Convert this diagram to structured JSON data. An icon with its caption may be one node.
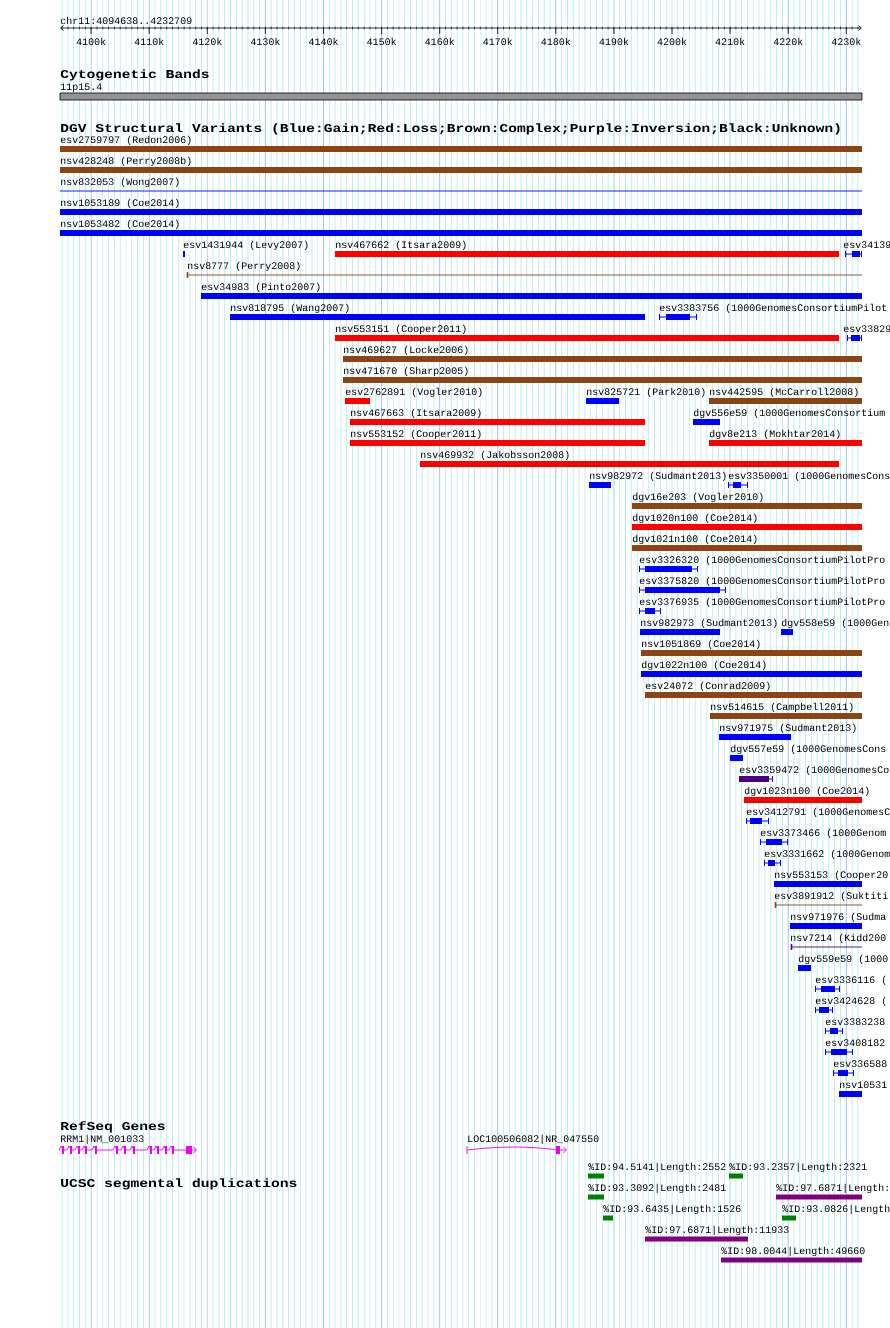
{
  "diagram": {
    "labels": [
      "chr11:4094638..4232709",
      "4100k",
      "4110k",
      "4120k",
      "4130k",
      "4140k",
      "4150k",
      "4160k",
      "4170k",
      "4180k",
      "4190k",
      "4200k",
      "4210k",
      "4220k",
      "4230k",
      "Cytogenetic Bands",
      "11p15.4",
      "DGV Structural Variants (Blue:Gain;Red:Loss;Brown:Complex;Purple:Inversion;Black:Unknown)",
      "esv2759797 (Redon2006)",
      "nsv428248 (Perry2008b)",
      "nsv832053 (Wong2007)",
      "nsv1053189 (Coe2014)",
      "nsv1053482 (Coe2014)",
      "esv1431944 (Levy2007)",
      "nsv467662 (Itsara2009)",
      "esv34139",
      "nsv8777 (Perry2008)",
      "esv34983 (Pinto2007)",
      "nsv818795 (Wang2007)",
      "esv3383756 (1000GenomesConsortiumPilot",
      "nsv553151 (Cooper2011)",
      "esv33829",
      "nsv469627 (Locke2006)",
      "nsv471670 (Sharp2005)",
      "esv2762891 (Vogler2010)",
      "nsv825721 (Park2010)",
      "nsv442595 (McCarroll2008)",
      "nsv467663 (Itsara2009)",
      "dgv556e59 (1000GenomesConsortium",
      "nsv553152 (Cooper2011)",
      "dgv8e213 (Mokhtar2014)",
      "nsv469932 (Jakobsson2008)",
      "nsv982972 (Sudmant2013)",
      "esv3350001 (1000GenomesCons",
      "dgv16e203 (Vogler2010)",
      "dgv1020n100 (Coe2014)",
      "dgv1021n100 (Coe2014)",
      "esv3326320 (1000GenomesConsortiumPilotPro",
      "esv3375820 (1000GenomesConsortiumPilotPro",
      "esv3376935 (1000GenomesConsortiumPilotPro",
      "nsv982973 (Sudmant2013)",
      "dgv558e59 (1000Gen",
      "nsv1051869 (Coe2014)",
      "dgv1022n100 (Coe2014)",
      "esv24072 (Conrad2009)",
      "nsv514615 (Campbell2011)",
      "nsv971975 (Sudmant2013)",
      "dgv557e59 (1000GenomesCons",
      "esv3359472 (1000GenomesCo",
      "dgv1023n100 (Coe2014)",
      "esv3412791 (1000GenomesC",
      "esv3373466 (1000Genom",
      "esv3331662 (1000Genom",
      "nsv553153 (Cooper20",
      "esv3891912 (Suktiti",
      "nsv971976 (Sudma",
      "nsv7214 (Kidd200",
      "dgv559e59 (1000",
      "esv3336116 (",
      "esv3424628 (",
      "esv3383238",
      "esv3408182",
      "esv336588",
      "nsv10531",
      "RefSeq Genes",
      "RRM1|NM_001033",
      "LOC100506082|NR_047550",
      "UCSC segmental duplications",
      "%ID:94.5141|Length:2552",
      "%ID:93.2357|Length:2321",
      "%ID:93.3092|Length:2481",
      "%ID:97.6871|Length:",
      "%ID:93.6435|Length:1526",
      "%ID:93.0826|Length",
      "%ID:97.6871|Length:11933",
      "%ID:98.0044|Length:49660"
    ]
  }
}
